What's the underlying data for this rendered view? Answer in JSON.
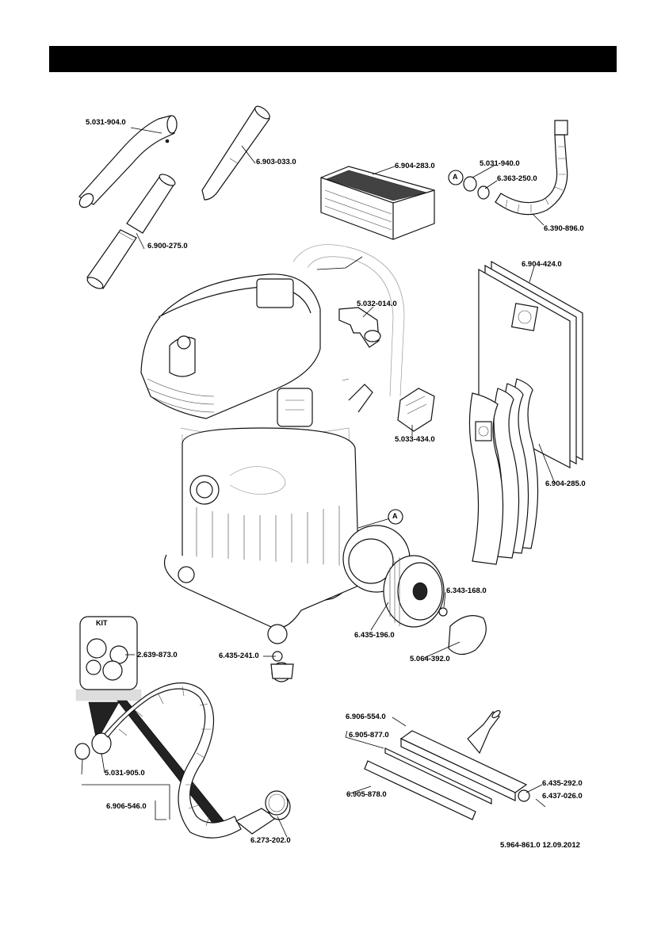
{
  "header": {
    "title": ""
  },
  "callouts": {
    "a_marker": "A",
    "kit": "KIT"
  },
  "parts": {
    "p01": "5.031-904.0",
    "p02": "6.903-033.0",
    "p03": "6.900-275.0",
    "p04": "6.904-283.0",
    "p05": "5.031-940.0",
    "p06": "6.363-250.0",
    "p07": "6.390-896.0",
    "p08": "6.904-424.0",
    "p09": "5.032-014.0",
    "p10": "5.033-434.0",
    "p11": "6.904-285.0",
    "p12": "6.343-168.0",
    "p13": "6.435-196.0",
    "p14": "5.064-392.0",
    "p15": "2.639-873.0",
    "p16": "6.435-241.0",
    "p17": "6.906-554.0",
    "p18": "6.905-877.0",
    "p19": "6.435-292.0",
    "p20": "6.437-026.0",
    "p21": "6.905-878.0",
    "p22": "5.031-905.0",
    "p23": "6.906-546.0",
    "p24": "6.273-202.0"
  },
  "footer": {
    "doc_ref": "5.964-861.0  12.09.2012"
  },
  "colors": {
    "header_bar": "#000000",
    "line": "#000000",
    "background": "#ffffff"
  }
}
